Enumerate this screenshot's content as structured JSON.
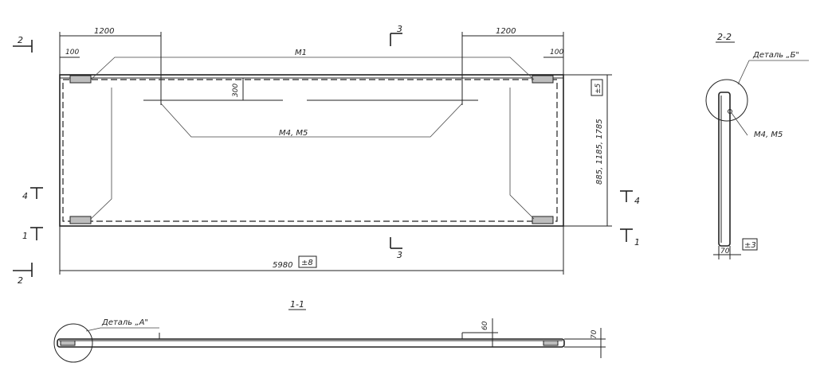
{
  "plan": {
    "label_edge_left": "1200",
    "label_edge_right": "1200",
    "label_corner_left": "100",
    "label_corner_right": "100",
    "label_m1": "M1",
    "label_offset": "300",
    "label_m4m5": "M4, M5",
    "label_width": "5980",
    "tol_width": "±8",
    "label_height": "885, 1185, 1785",
    "tol_height": "±5"
  },
  "sections": {
    "s2_left": "2",
    "s2_bottom": "2",
    "s3_top": "3",
    "s3_bottom": "3",
    "s4_left": "4",
    "s4_right": "4",
    "s1_left": "1",
    "s1_right": "1"
  },
  "side_view": {
    "title": "2-2",
    "detail_label": "Деталь „Б\"",
    "callout": "M4, M5",
    "dim_thickness": "70",
    "tol_thickness": "±3"
  },
  "section_1": {
    "title": "1-1",
    "detail_label": "Деталь „А\"",
    "dim_60": "60",
    "dim_70": "70"
  }
}
